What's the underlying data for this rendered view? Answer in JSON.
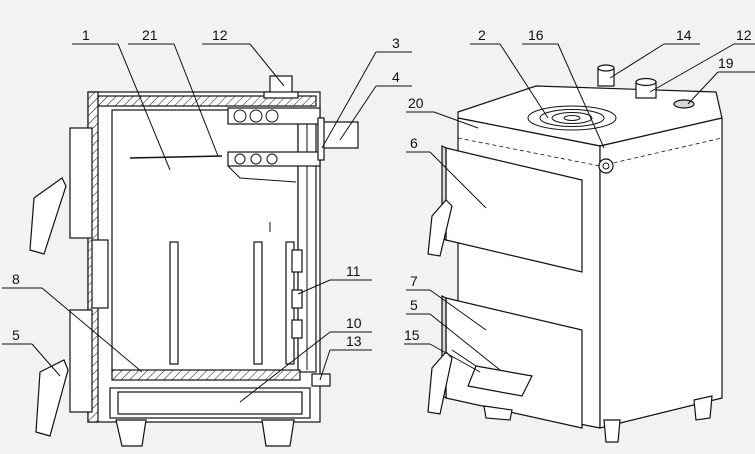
{
  "labels": {
    "l1": "1",
    "l21": "21",
    "l12a": "12",
    "l3": "3",
    "l4": "4",
    "l8": "8",
    "l5a": "5",
    "l11": "11",
    "l10": "10",
    "l13": "13",
    "l2": "2",
    "l16": "16",
    "l14": "14",
    "l12b": "12",
    "l19": "19",
    "l20": "20",
    "l6": "6",
    "l7": "7",
    "l5b": "5",
    "l15": "15"
  }
}
